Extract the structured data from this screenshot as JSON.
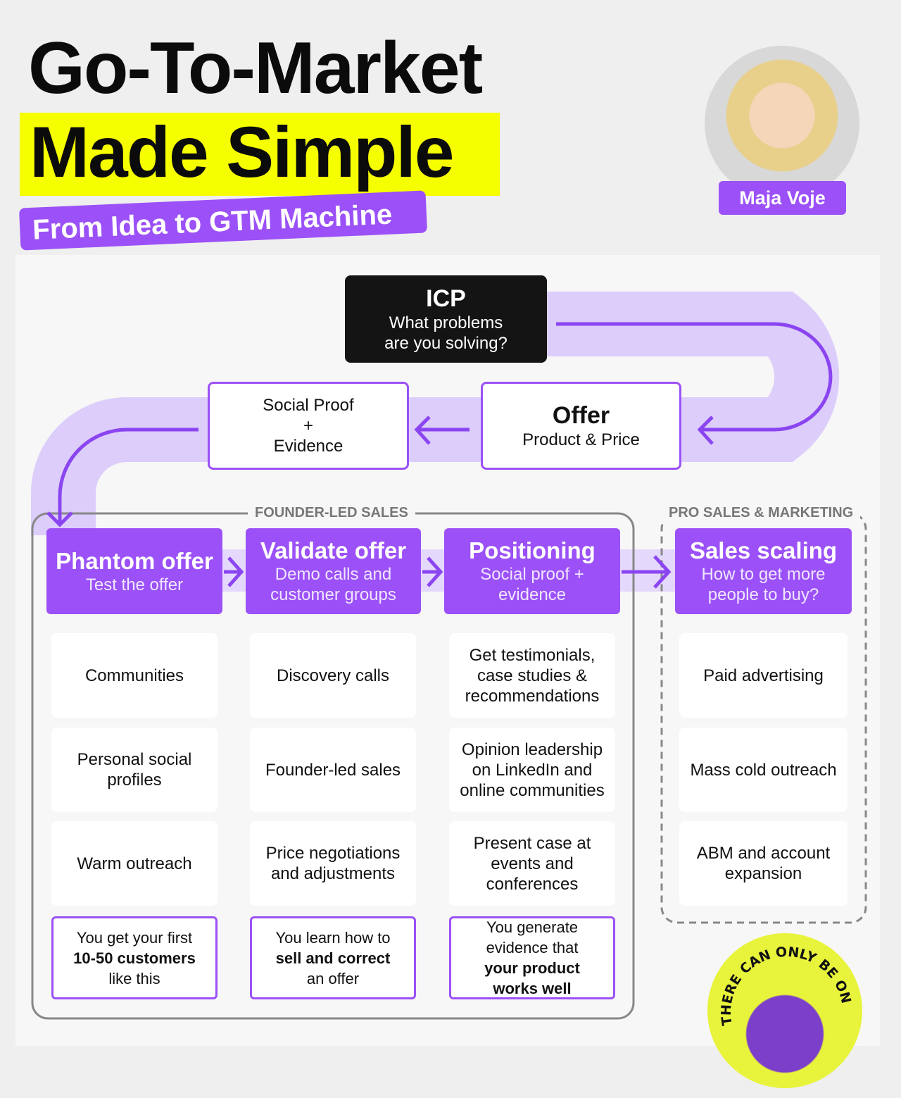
{
  "header": {
    "title_line1": "Go-To-Market",
    "title_line2": "Made Simple",
    "subtitle": "From Idea to GTM Machine",
    "author": "Maja Voje"
  },
  "flow": {
    "icp": {
      "title": "ICP",
      "subtitle_line1": "What problems",
      "subtitle_line2": "are you solving?"
    },
    "offer": {
      "title": "Offer",
      "subtitle": "Product & Price"
    },
    "social_proof": {
      "line1": "Social Proof",
      "line2": "+",
      "line3": "Evidence"
    }
  },
  "groups": {
    "founder_led": "FOUNDER-LED SALES",
    "pro_sales": "PRO SALES & MARKETING"
  },
  "columns": [
    {
      "title": "Phantom offer",
      "subtitle": "Test the offer",
      "items": [
        "Communities",
        "Personal social profiles",
        "Warm outreach"
      ],
      "outcome": {
        "pre": "You get your first",
        "bold": "10-50 customers",
        "post": "like this"
      }
    },
    {
      "title": "Validate offer",
      "subtitle": "Demo calls and customer groups",
      "items": [
        "Discovery calls",
        "Founder-led sales",
        "Price negotiations and adjustments"
      ],
      "outcome": {
        "pre": "You learn how to",
        "bold": "sell and correct",
        "post": "an offer"
      }
    },
    {
      "title": "Positioning",
      "subtitle": "Social proof + evidence",
      "items": [
        "Get testimonials, case studies & recommendations",
        "Opinion leadership on LinkedIn and online communities",
        "Present case at events and conferences"
      ],
      "outcome": {
        "pre": "You generate evidence that",
        "bold": "your product works well",
        "post": ""
      }
    },
    {
      "title": "Sales scaling",
      "subtitle": "How to get more people to buy?",
      "items": [
        "Paid advertising",
        "Mass cold outreach",
        "ABM and account expansion"
      ]
    }
  ],
  "sticker": {
    "text": "THERE CAN ONLY BE ONE"
  },
  "colors": {
    "accent": "#9b51f7",
    "highlight": "#f6ff00",
    "ribbon": "#dccdfb",
    "dark": "#141414"
  }
}
